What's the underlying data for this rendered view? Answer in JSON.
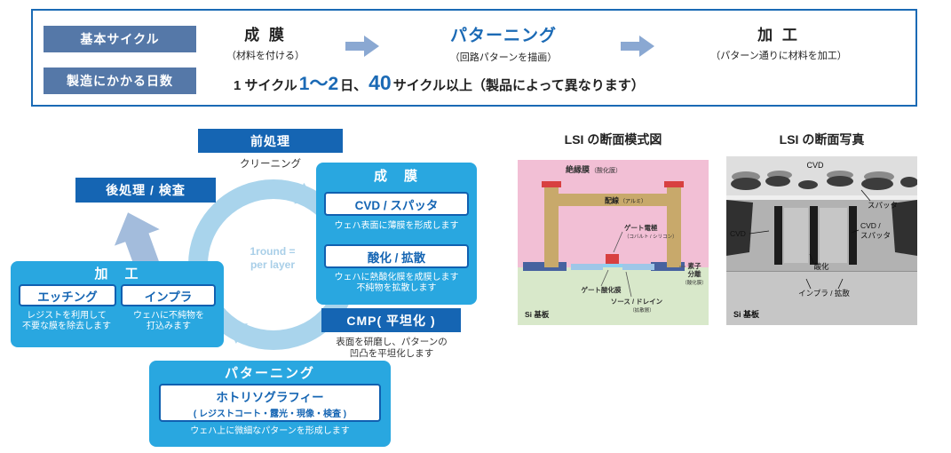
{
  "banner": {
    "row1_label": "基本サイクル",
    "row2_label": "製造にかかる日数",
    "steps": [
      {
        "title": "成 膜",
        "subtitle": "（材料を付ける）"
      },
      {
        "title": "パターニング",
        "subtitle": "（回路パターンを描画）"
      },
      {
        "title": "加 工",
        "subtitle": "（パターン通りに材料を加工）"
      }
    ],
    "days": {
      "p1": "1 サイクル",
      "p2": "1〜2",
      "p3": "日、",
      "p4": "40",
      "p5": "サイクル以上（製品によって異なります）"
    }
  },
  "cycle": {
    "pre": {
      "label": "前処理",
      "note": "クリーニング"
    },
    "post": {
      "label": "後処理 / 検査"
    },
    "film": {
      "header": "成　膜",
      "box1": "CVD / スパッタ",
      "cap1": "ウェハ表面に薄膜を形成します",
      "box2": "酸化 / 拡散",
      "cap2": "ウェハに熱酸化膜を成膜します\n不純物を拡散します"
    },
    "cmp": {
      "label": "CMP( 平坦化 )",
      "caption": "表面を研磨し、パターンの\n凹凸を平坦化します"
    },
    "process": {
      "header": "加　工",
      "box1": "エッチング",
      "cap1": "レジストを利用して\n不要な膜を除去します",
      "box2": "インプラ",
      "cap2": "ウェハに不純物を\n打込みます"
    },
    "patterning": {
      "header": "パターニング",
      "box_title": "ホトリソグラフィー",
      "box_sub": "( レジストコート・露光・現像・検査 )",
      "caption": "ウェハ上に微細なパターンを形成します"
    },
    "round_note": "1round =\nper layer"
  },
  "schematic": {
    "title": "LSI の断面模式図",
    "labels": {
      "insulation": "絶縁膜",
      "insulation_sub": "（酸化膜）",
      "wiring": "配線",
      "wiring_sub": "（アルミ）",
      "gate_electrode": "ゲート電極",
      "gate_electrode_sub": "（コバルト / シリコン）",
      "isolation_l1": "素子",
      "isolation_l2": "分離",
      "isolation_sub": "（酸化膜）",
      "gate_oxide": "ゲート酸化膜",
      "source_drain": "ソース / ドレイン",
      "source_drain_sub": "（拡散層）",
      "substrate": "Si 基板"
    }
  },
  "photo": {
    "title": "LSI の断面写真",
    "labels": {
      "cvd_top": "CVD",
      "sputter": "スパッタ",
      "cvd_left": "CVD",
      "cvd_sputter_l1": "CVD /",
      "cvd_sputter_l2": "スパッタ",
      "oxide": "酸化",
      "implant": "インプラ / 拡散",
      "substrate": "Si 基板"
    }
  },
  "colors": {
    "primary_blue": "#1565b3",
    "cyan_panel": "#29a7e0",
    "accent_text_blue": "#1b6ab5",
    "banner_label_bg": "#5578a8",
    "ring_blue": "#a9d4ec",
    "big_arrow_blue": "#a3bcdc",
    "schematic_pink": "#f2bfd5",
    "schematic_green": "#d8e8ca"
  }
}
